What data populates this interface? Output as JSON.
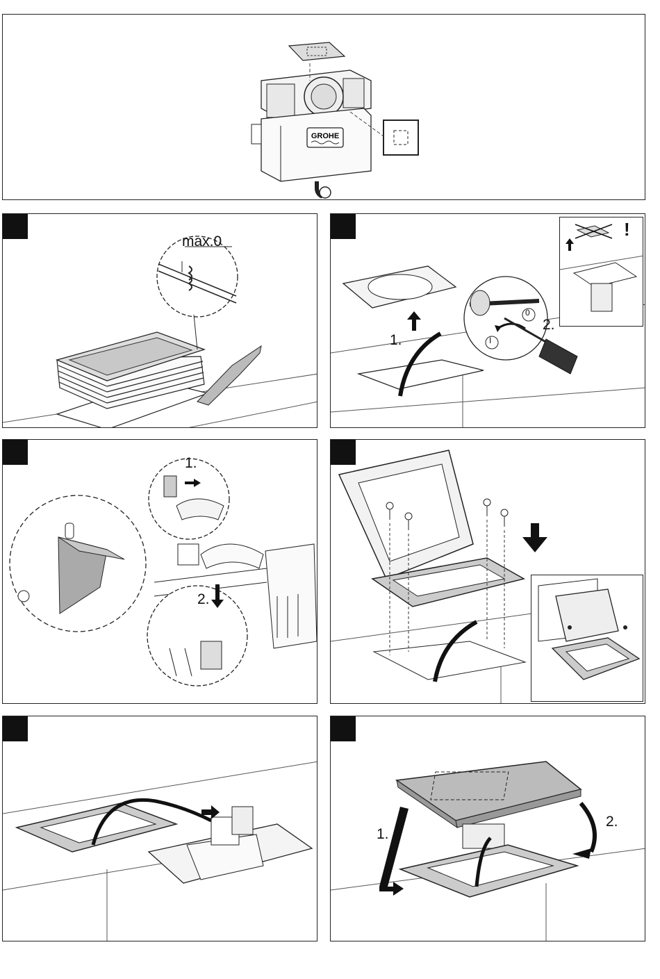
{
  "overview": {
    "brand": "GROHE"
  },
  "step1": {
    "max_label": "max.0"
  },
  "step2": {
    "step_1": "1.",
    "step_2": "2.",
    "dial_open": "0",
    "dial_closed": "I",
    "warning": "!"
  },
  "step3": {
    "step_1": "1.",
    "step_2": "2."
  },
  "step6": {
    "step_1": "1.",
    "step_2": "2."
  }
}
